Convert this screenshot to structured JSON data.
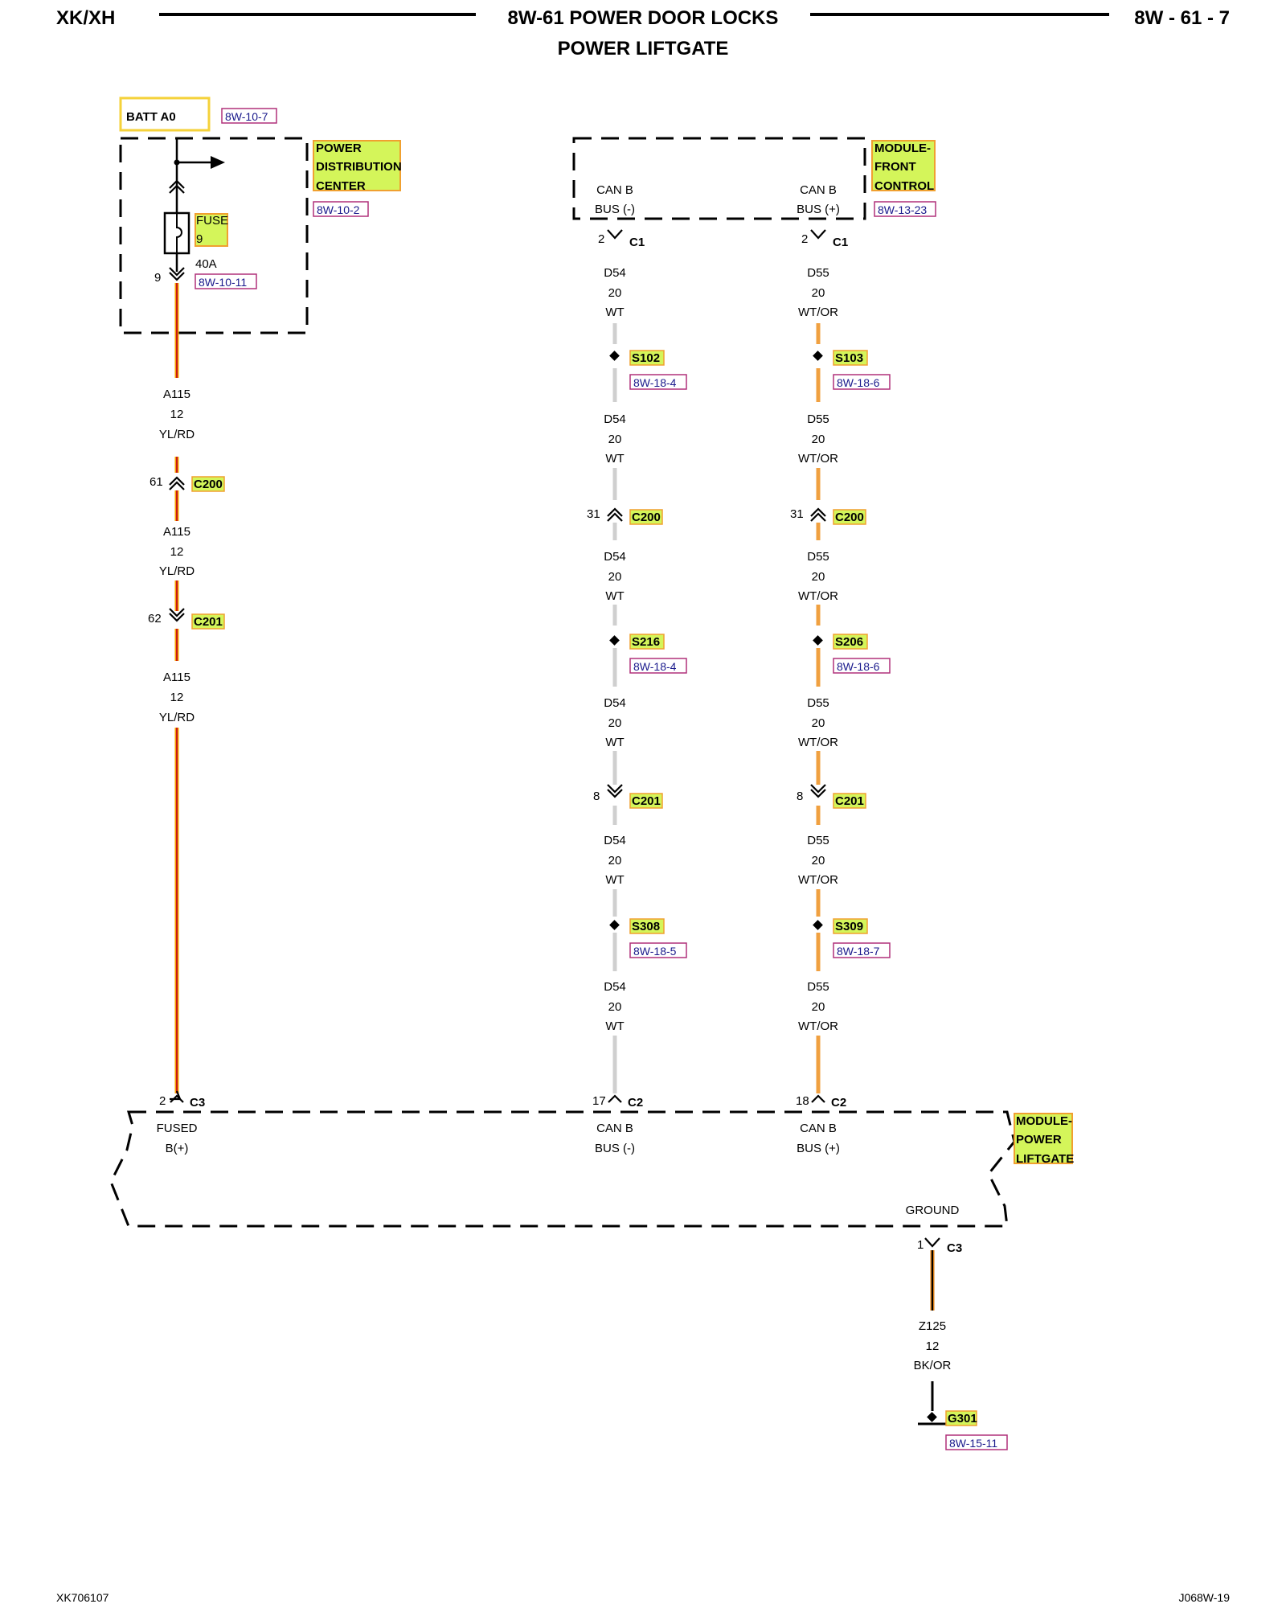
{
  "header": {
    "left": "XK/XH",
    "title": "8W-61 POWER DOOR LOCKS",
    "subtitle": "POWER LIFTGATE",
    "page": "8W - 61 - 7"
  },
  "footer": {
    "left": "XK706107",
    "right": "J068W-19"
  },
  "colors": {
    "yl_rd_wire": "#f5a000",
    "wt_wire": "#cfcfcf",
    "wt_or_wire": "#f0a040",
    "bk_or_wire": "#d87a10",
    "highlight": "#d4f55a",
    "highlight_border": "#f0a030",
    "link_border": "#b0307a",
    "batt_border": "#f5d23a"
  },
  "power": {
    "batt_label": "BATT A0",
    "batt_ref": "8W-10-7",
    "pdc_label": [
      "POWER",
      "DISTRIBUTION",
      "CENTER"
    ],
    "pdc_ref": "8W-10-2",
    "fuse_label": "FUSE",
    "fuse_num": "9",
    "fuse_rating": "40A",
    "fuse_ref": "8W-10-11",
    "fuse_pin": "9"
  },
  "fcm": {
    "label": [
      "MODULE-",
      "FRONT",
      "CONTROL"
    ],
    "ref": "8W-13-23",
    "pin_left_name": [
      "CAN B",
      "BUS (-)"
    ],
    "pin_right_name": [
      "CAN B",
      "BUS (+)"
    ],
    "pin_left": "2",
    "pin_right": "2",
    "connector": "C1"
  },
  "wire_a": {
    "segments": [
      {
        "circuit": "A115",
        "gauge": "12",
        "color": "YL/RD"
      },
      {
        "circuit": "A115",
        "gauge": "12",
        "color": "YL/RD"
      },
      {
        "circuit": "A115",
        "gauge": "12",
        "color": "YL/RD"
      }
    ],
    "connectors": [
      {
        "pin": "61",
        "name": "C200"
      },
      {
        "pin": "62",
        "name": "C201"
      }
    ]
  },
  "wire_d54": {
    "segments": [
      {
        "circuit": "D54",
        "gauge": "20",
        "color": "WT"
      },
      {
        "circuit": "D54",
        "gauge": "20",
        "color": "WT"
      },
      {
        "circuit": "D54",
        "gauge": "20",
        "color": "WT"
      },
      {
        "circuit": "D54",
        "gauge": "20",
        "color": "WT"
      },
      {
        "circuit": "D54",
        "gauge": "20",
        "color": "WT"
      },
      {
        "circuit": "D54",
        "gauge": "20",
        "color": "WT"
      }
    ],
    "splices": [
      {
        "name": "S102",
        "ref": "8W-18-4"
      },
      {
        "name": "S216",
        "ref": "8W-18-4"
      },
      {
        "name": "S308",
        "ref": "8W-18-5"
      }
    ],
    "connectors": [
      {
        "pin": "31",
        "name": "C200"
      },
      {
        "pin": "8",
        "name": "C201"
      }
    ]
  },
  "wire_d55": {
    "segments": [
      {
        "circuit": "D55",
        "gauge": "20",
        "color": "WT/OR"
      },
      {
        "circuit": "D55",
        "gauge": "20",
        "color": "WT/OR"
      },
      {
        "circuit": "D55",
        "gauge": "20",
        "color": "WT/OR"
      },
      {
        "circuit": "D55",
        "gauge": "20",
        "color": "WT/OR"
      },
      {
        "circuit": "D55",
        "gauge": "20",
        "color": "WT/OR"
      },
      {
        "circuit": "D55",
        "gauge": "20",
        "color": "WT/OR"
      }
    ],
    "splices": [
      {
        "name": "S103",
        "ref": "8W-18-6"
      },
      {
        "name": "S206",
        "ref": "8W-18-6"
      },
      {
        "name": "S309",
        "ref": "8W-18-7"
      }
    ],
    "connectors": [
      {
        "pin": "31",
        "name": "C200"
      },
      {
        "pin": "8",
        "name": "C201"
      }
    ]
  },
  "liftgate": {
    "label": [
      "MODULE-",
      "POWER",
      "LIFTGATE"
    ],
    "pin1_num": "2",
    "pin1_conn": "C3",
    "pin1_name": [
      "FUSED",
      "B(+)"
    ],
    "pin2_num": "17",
    "pin2_conn": "C2",
    "pin2_name": [
      "CAN B",
      "BUS (-)"
    ],
    "pin3_num": "18",
    "pin3_conn": "C2",
    "pin3_name": [
      "CAN B",
      "BUS (+)"
    ],
    "ground_label": "GROUND",
    "ground_pin": "1",
    "ground_conn": "C3"
  },
  "ground": {
    "circuit": "Z125",
    "gauge": "12",
    "color": "BK/OR",
    "name": "G301",
    "ref": "8W-15-11"
  }
}
